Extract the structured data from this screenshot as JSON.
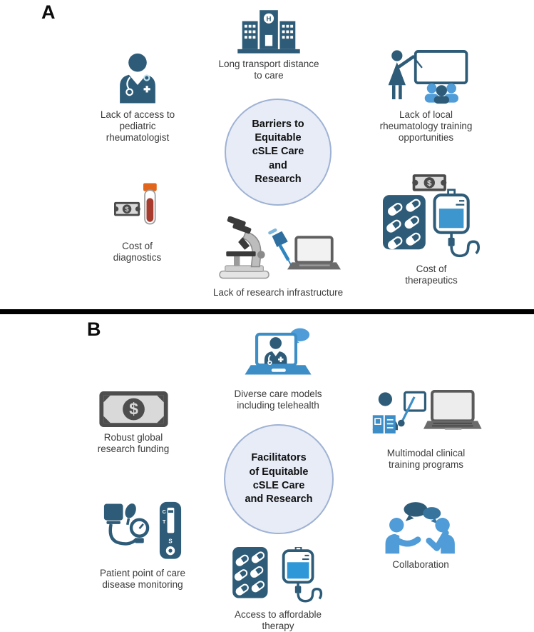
{
  "figure_type": "two-panel concept diagram",
  "colors": {
    "dark_blue": "#2E5C78",
    "mid_blue": "#3D8EC6",
    "light_blue": "#4F9CD8",
    "hub_fill": "#E7ECF7",
    "hub_border": "#9FB2D4",
    "bill_frame": "#4A4A4A",
    "bill_fill": "#D9D9D9",
    "blood_red": "#A63B2E",
    "cap_orange": "#E2651C",
    "divider": "#000000"
  },
  "glyphs": {
    "dollar": "$",
    "hospital_h": "H",
    "test_c": "C",
    "test_t": "T",
    "test_s": "S"
  },
  "panel_a": {
    "label": "A",
    "hub_text": "Barriers to\nEquitable\ncSLE Care\nand\nResearch",
    "items": {
      "access": {
        "icon": "doctor-icon",
        "label": "Lack of access to\npediatric\nrheumatologist"
      },
      "transport": {
        "icon": "hospital-icon",
        "label": "Long transport distance\nto care"
      },
      "training": {
        "icon": "teacher-whiteboard-icon",
        "label": "Lack of local\nrheumatology training\nopportunities"
      },
      "diagnostics": {
        "icon": "money-blood-tube-icon",
        "label": "Cost of\ndiagnostics"
      },
      "research": {
        "icon": "microscope-pipette-laptop-icon",
        "label": "Lack of research infrastructure"
      },
      "therapeutics": {
        "icon": "money-pills-iv-icon",
        "label": "Cost of\ntherapeutics"
      }
    }
  },
  "panel_b": {
    "label": "B",
    "hub_text": "Facilitators\nof Equitable\ncSLE Care\nand Research",
    "items": {
      "telehealth": {
        "icon": "telehealth-laptop-icon",
        "label": "Diverse care models\nincluding telehealth"
      },
      "funding": {
        "icon": "dollar-bill-icon",
        "label": "Robust global\nresearch funding"
      },
      "training": {
        "icon": "multimodal-training-icon",
        "label": "Multimodal clinical\ntraining programs"
      },
      "monitoring": {
        "icon": "bp-monitor-test-icon",
        "label": "Patient point of care\ndisease monitoring"
      },
      "therapy": {
        "icon": "pills-iv-icon",
        "label": "Access to affordable\ntherapy"
      },
      "collaboration": {
        "icon": "collaboration-icon",
        "label": "Collaboration"
      }
    }
  }
}
